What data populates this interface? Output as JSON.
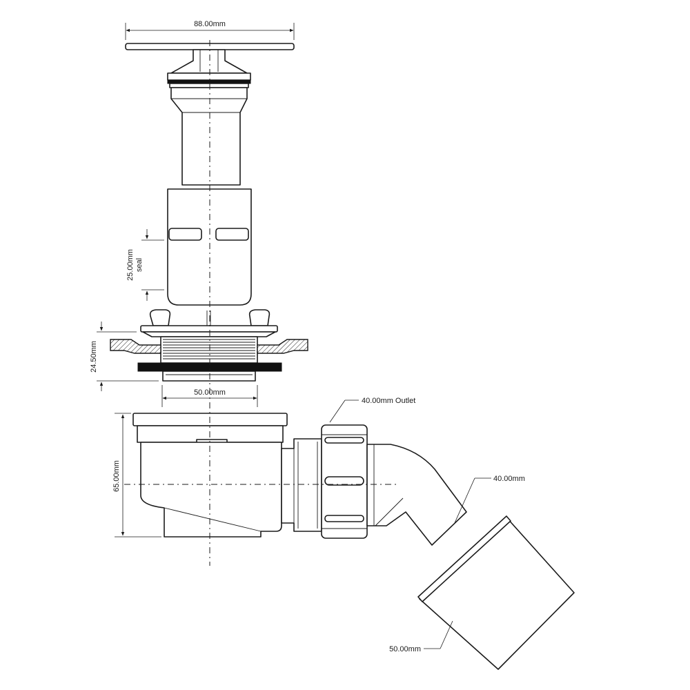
{
  "diagram": {
    "dimensions": {
      "flange_width": "88.00mm",
      "seal_length": "25.00mm",
      "seal_label": "seal",
      "body_thread_height": "24.50mm",
      "thread_diameter": "50.00mm",
      "trap_height": "65.00mm",
      "outlet": "40.00mm Outlet",
      "pipe_inner": "40.00mm",
      "pipe_outer": "50.00mm"
    },
    "colors": {
      "line": "#1a1a1a",
      "gasket": "#111111"
    }
  }
}
